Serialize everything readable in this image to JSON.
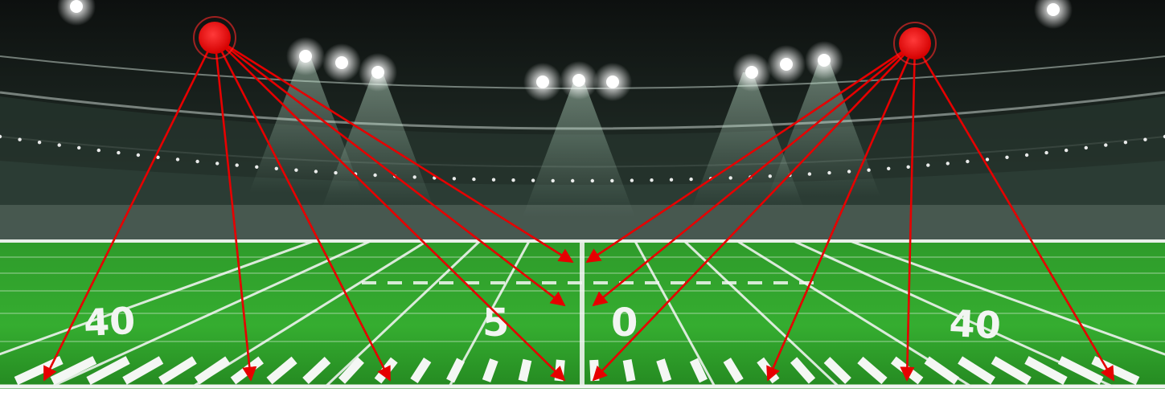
{
  "scene": {
    "description_free": true,
    "colors": {
      "sky_top": "#111412",
      "sky_bottom": "#2b3a33",
      "crowd": "#22302b",
      "grass_dark": "#1f7a1d",
      "grass_light": "#36b52f",
      "line": "#f2f5f2",
      "arrow": "#e60000",
      "light": "#ffffff",
      "beam": "#bfe9cf"
    },
    "yard_numbers": {
      "left_far": "40",
      "center_left": "5",
      "center_right": "0",
      "right_far": "40"
    }
  }
}
